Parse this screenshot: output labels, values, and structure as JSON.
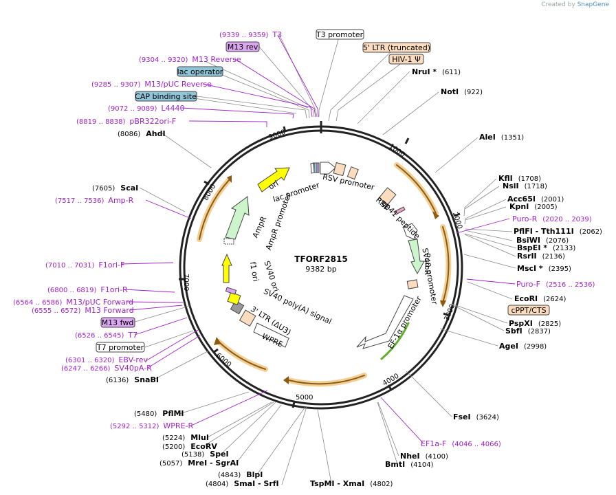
{
  "credit": {
    "prefix": "Created by",
    "brand": "SnapGene"
  },
  "plasmid": {
    "name": "TFORF2815",
    "size": "9382 bp"
  },
  "ticks": [
    "1000",
    "2000",
    "3000",
    "4000",
    "5000",
    "6000",
    "7000",
    "8000",
    "9000"
  ],
  "boxed_labels": [
    {
      "text": "T3 promoter",
      "fill": "#ffffff",
      "stroke": "#444444"
    },
    {
      "text": "M13 rev",
      "fill": "#d9a6ef",
      "stroke": "#444444"
    },
    {
      "text": "5' LTR (truncated)",
      "fill": "#fcdcbf",
      "stroke": "#444444"
    },
    {
      "text": "HIV-1 Ψ",
      "fill": "#fcdcbf",
      "stroke": "#444444"
    },
    {
      "text": "lac operator",
      "fill": "#8fc5d6",
      "stroke": "#444444"
    },
    {
      "text": "CAP binding site",
      "fill": "#8fc5d6",
      "stroke": "#444444"
    },
    {
      "text": "cPPT/CTS",
      "fill": "#fcdcbf",
      "stroke": "#444444"
    },
    {
      "text": "M13 fwd",
      "fill": "#d9a6ef",
      "stroke": "#444444"
    },
    {
      "text": "T7 promoter",
      "fill": "#ffffff",
      "stroke": "#444444"
    }
  ],
  "enzymes_right": [
    {
      "name": "NruI *",
      "pos": "(611)"
    },
    {
      "name": "NotI",
      "pos": "(922)"
    },
    {
      "name": "AleI",
      "pos": "(1351)"
    },
    {
      "name": "KflI",
      "pos": "(1708)"
    },
    {
      "name": "NsiI",
      "pos": "(1718)"
    },
    {
      "name": "Acc65I",
      "pos": "(2001)"
    },
    {
      "name": "KpnI",
      "pos": "(2005)"
    },
    {
      "name": "PflFI  - Tth111I",
      "pos": "(2062)"
    },
    {
      "name": "BsiWI",
      "pos": "(2076)"
    },
    {
      "name": "BspEI *",
      "pos": "(2133)"
    },
    {
      "name": "RsrII",
      "pos": "(2136)"
    },
    {
      "name": "MscI *",
      "pos": "(2395)"
    },
    {
      "name": "EcoRI",
      "pos": "(2624)"
    },
    {
      "name": "PspXI",
      "pos": "(2825)"
    },
    {
      "name": "SbfI",
      "pos": "(2837)"
    },
    {
      "name": "AgeI",
      "pos": "(2998)"
    },
    {
      "name": "FseI",
      "pos": "(3624)"
    },
    {
      "name": "NheI",
      "pos": "(4100)"
    },
    {
      "name": "BmtI",
      "pos": "(4104)"
    },
    {
      "name": "TspMI  - XmaI",
      "pos": "(4802)"
    }
  ],
  "enzymes_left": [
    {
      "name": "AhdI",
      "pos": "(8086)"
    },
    {
      "name": "ScaI",
      "pos": "(7605)"
    },
    {
      "name": "SnaBI",
      "pos": "(6136)"
    },
    {
      "name": "PflMI",
      "pos": "(5480)"
    },
    {
      "name": "MluI",
      "pos": "(5224)"
    },
    {
      "name": "EcoRV",
      "pos": "(5200)"
    },
    {
      "name": "SpeI",
      "pos": "(5138)"
    },
    {
      "name": "MreI  - SgrAI",
      "pos": "(5057)"
    },
    {
      "name": "BlpI",
      "pos": "(4843)"
    },
    {
      "name": "SmaI  - SrfI",
      "pos": "(4804)"
    }
  ],
  "primers": [
    {
      "name": "T3",
      "range": "(9339 .. 9359)"
    },
    {
      "name": "M13 Reverse",
      "range": "(9304 .. 9320)"
    },
    {
      "name": "M13/pUC Reverse",
      "range": "(9285 .. 9307)"
    },
    {
      "name": "L4440",
      "range": "(9072 .. 9089)"
    },
    {
      "name": "pBR322ori-F",
      "range": "(8819 .. 8838)"
    },
    {
      "name": "Amp-R",
      "range": "(7517 .. 7536)"
    },
    {
      "name": "F1ori-F",
      "range": "(7010 .. 7031)"
    },
    {
      "name": "F1ori-R",
      "range": "(6800 .. 6819)"
    },
    {
      "name": "M13/pUC Forward",
      "range": "(6564 .. 6586)"
    },
    {
      "name": "M13 Forward",
      "range": "(6555 .. 6572)"
    },
    {
      "name": "T7",
      "range": "(6526 .. 6545)"
    },
    {
      "name": "EBV-rev",
      "range": "(6301 .. 6320)"
    },
    {
      "name": "SV40pA-R",
      "range": "(6247 .. 6266)"
    },
    {
      "name": "WPRE-R",
      "range": "(5292 .. 5312)"
    },
    {
      "name": "Puro-R",
      "range": "(2020 .. 2039)"
    },
    {
      "name": "Puro-F",
      "range": "(2516 .. 2536)"
    },
    {
      "name": "EF1a-F",
      "range": "(4046 .. 4066)"
    }
  ],
  "features": [
    "lac promoter",
    "RSV promoter",
    "RRE",
    "gp41 peptide",
    "SV40 promoter",
    "PuroR",
    "EF-1α promoter",
    "WPRE",
    "SV40 poly(A) signal",
    "3' LTR (ΔU3)",
    "SV40 ori",
    "f1 ori",
    "AmpR promoter",
    "AmpR",
    "ori"
  ],
  "colors": {
    "primer": "#a020c8",
    "orf": "#f2b15a",
    "ori": "#ffff00",
    "ampr": "#ccf5cc",
    "ltr": "#fcdcbf",
    "puro": "#ccf5cc"
  }
}
